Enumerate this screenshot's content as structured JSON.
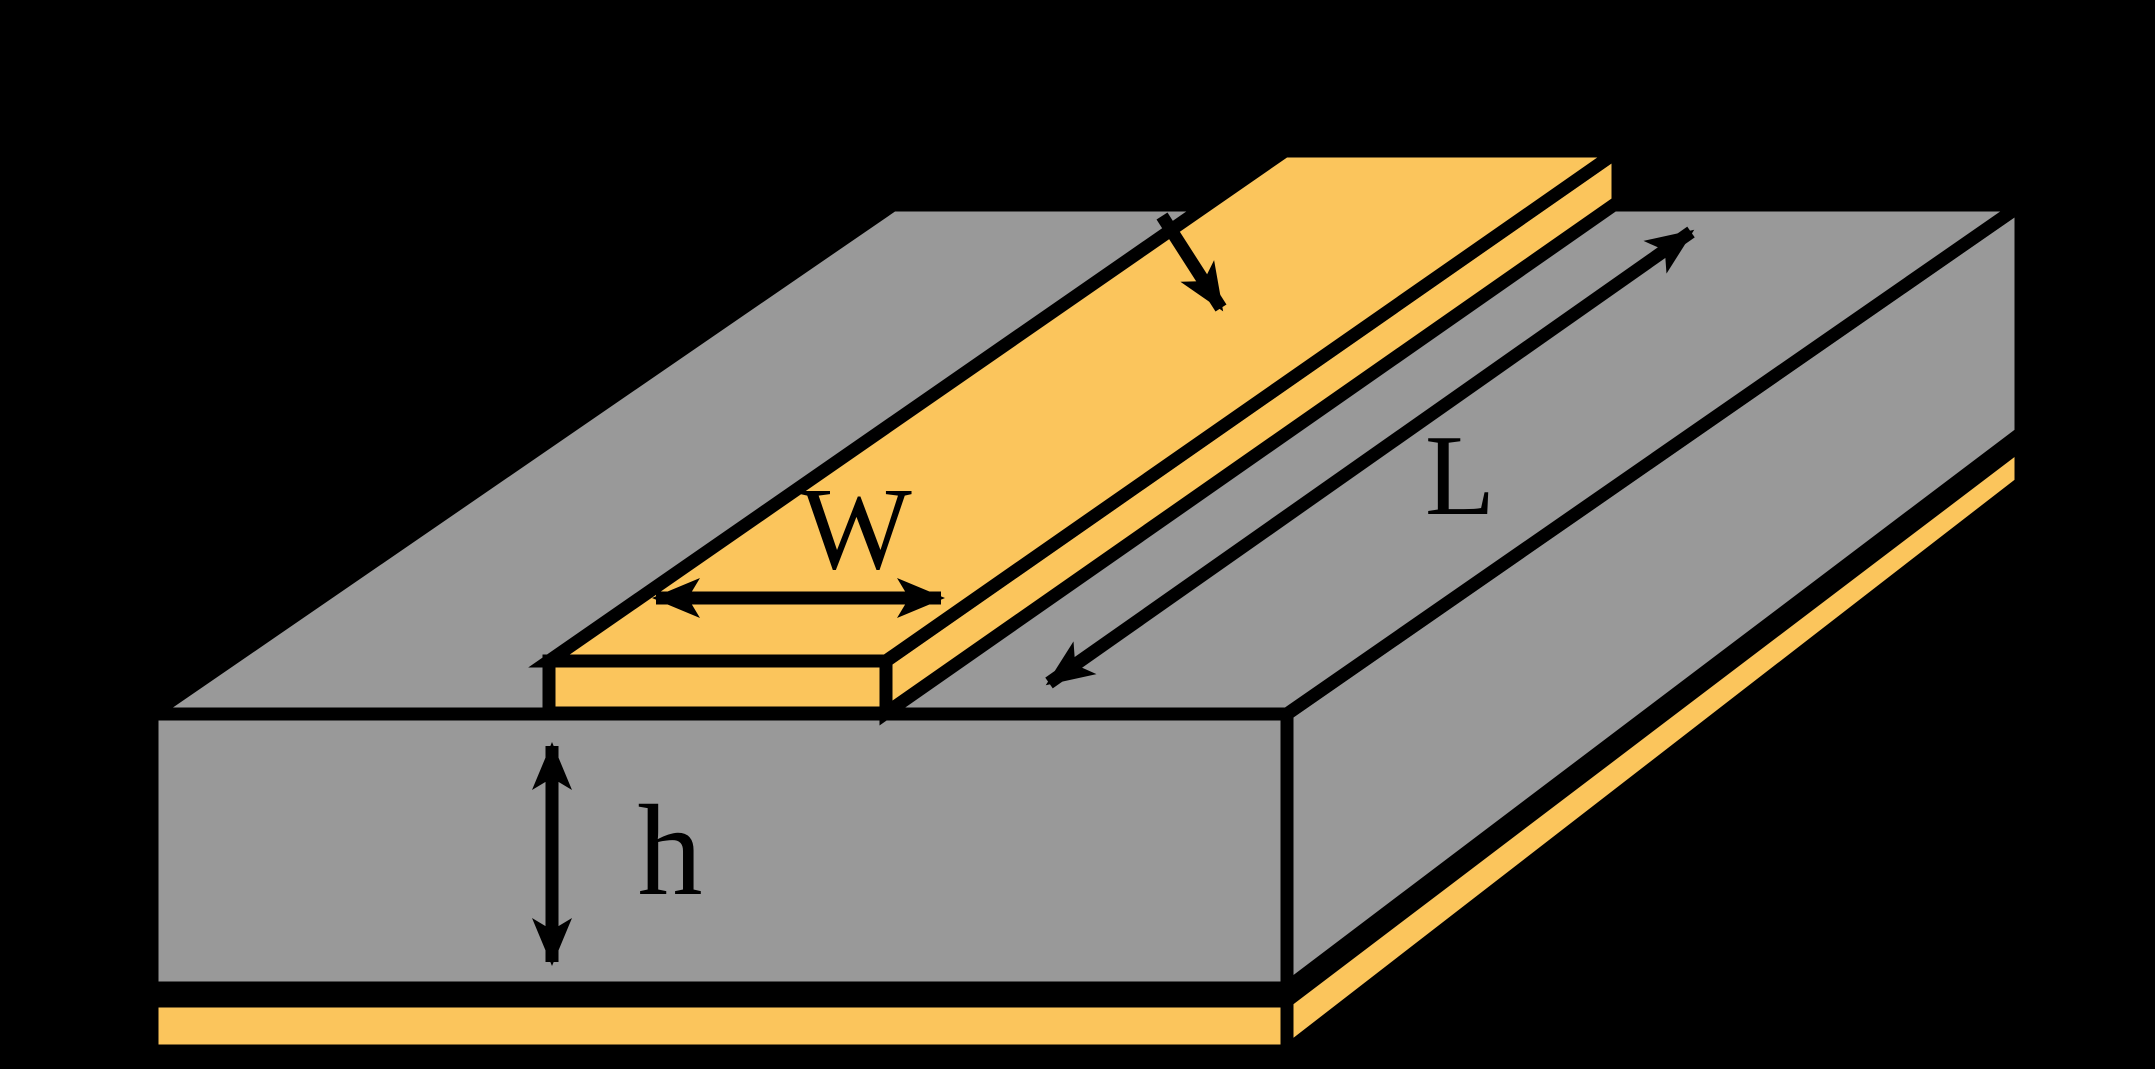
{
  "diagram": {
    "type": "microstrip-transmission-line-3d",
    "labels": {
      "width": "W",
      "length": "L",
      "height": "h"
    },
    "colors": {
      "background": "#000000",
      "substrate": "#999999",
      "conductor": "#FBC55C",
      "outline": "#000000"
    },
    "arrows": {
      "width_arrow": "double-headed horizontal arrow on strip top face",
      "length_arrow": "double-headed diagonal arrow on substrate top face",
      "height_arrow": "double-headed vertical arrow on substrate front face",
      "strip_pointer_arrow": "single-headed arrow pointing at strip top face"
    }
  }
}
